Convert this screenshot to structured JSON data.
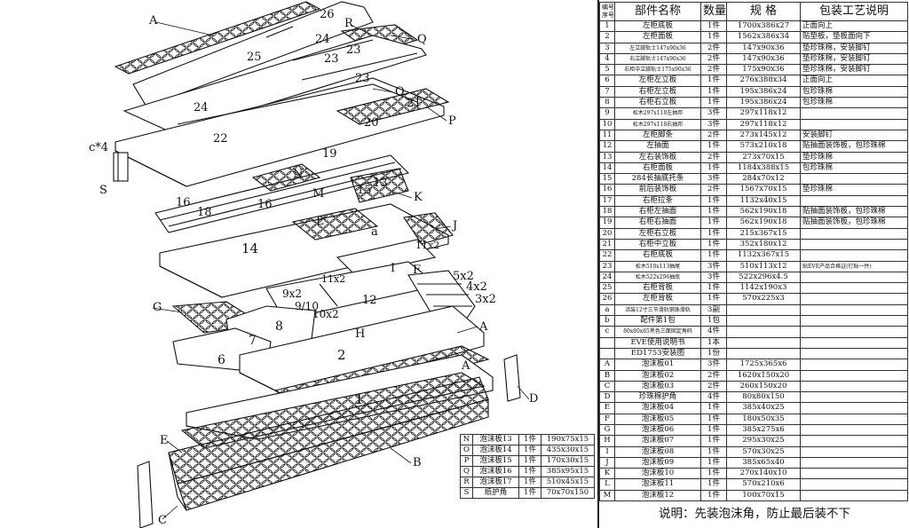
{
  "header": {
    "seq_label": "编号\n序号",
    "name_label": "部件名称",
    "qty_label": "数量",
    "spec_label": "规  格",
    "process_label": "包装工艺说明"
  },
  "rows": [
    {
      "no": "1",
      "name": "左柜底板",
      "qty": "1件",
      "spec": "1700x386x27",
      "note": "正面向上"
    },
    {
      "no": "2",
      "name": "左柜面板",
      "qty": "1件",
      "spec": "1562x386x34",
      "note": "贴垫板，垫板面向下"
    },
    {
      "no": "3",
      "name": "左立脚轨士147x90x36",
      "qty": "2件",
      "spec": "147x90x36",
      "note": "垫珍珠棉，安装脚钉"
    },
    {
      "no": "4",
      "name": "右立脚轨士147x90x36",
      "qty": "2件",
      "spec": "147x90x36",
      "note": "垫珍珠棉，安装脚钉"
    },
    {
      "no": "5",
      "name": "右柜中立脚轨士175x90x36",
      "qty": "2件",
      "spec": "175x90x36",
      "note": "垫珍珠棉，安装脚钉"
    },
    {
      "no": "6",
      "name": "左柜左立板",
      "qty": "1件",
      "spec": "276x388x34",
      "note": "正面向上"
    },
    {
      "no": "7",
      "name": "右柜左立板",
      "qty": "1件",
      "spec": "195x386x24",
      "note": "包珍珠棉"
    },
    {
      "no": "8",
      "name": "右柜右立板",
      "qty": "1件",
      "spec": "195x386x24",
      "note": "包珍珠棉"
    },
    {
      "no": "9",
      "name": "松木297x118左抽邦",
      "qty": "3件",
      "spec": "297x118x12",
      "note": ""
    },
    {
      "no": "10",
      "name": "松木297x118右抽邦",
      "qty": "3件",
      "spec": "297x118x12",
      "note": ""
    },
    {
      "no": "11",
      "name": "左柜脚条",
      "qty": "2件",
      "spec": "273x145x12",
      "note": "安装脚钉"
    },
    {
      "no": "12",
      "name": "左抽面",
      "qty": "1件",
      "spec": "573x210x18",
      "note": "贴抽面装饰板，包珍珠棉"
    },
    {
      "no": "13",
      "name": "左右装饰板",
      "qty": "2件",
      "spec": "273x70x15",
      "note": "垫珍珠棉"
    },
    {
      "no": "14",
      "name": "右柜面板",
      "qty": "1件",
      "spec": "1184x388x15",
      "note": "包珍珠棉"
    },
    {
      "no": "15",
      "name": "284长抽底托条",
      "qty": "3件",
      "spec": "284x70x12",
      "note": ""
    },
    {
      "no": "16",
      "name": "前后装饰板",
      "qty": "2件",
      "spec": "1567x70x15",
      "note": "垫珍珠棉"
    },
    {
      "no": "17",
      "name": "右柜拉条",
      "qty": "1件",
      "spec": "1132x40x15",
      "note": ""
    },
    {
      "no": "18",
      "name": "右柜左抽面",
      "qty": "1件",
      "spec": "562x190x18",
      "note": "贴抽面装饰板，包珍珠棉"
    },
    {
      "no": "19",
      "name": "右柜右抽面",
      "qty": "1件",
      "spec": "562x190x18",
      "note": "贴抽面装饰板，包珍珠棉"
    },
    {
      "no": "20",
      "name": "左柜右立板",
      "qty": "1件",
      "spec": "215x367x15",
      "note": ""
    },
    {
      "no": "21",
      "name": "右柜中立板",
      "qty": "1件",
      "spec": "352x180x12",
      "note": ""
    },
    {
      "no": "22",
      "name": "右柜底板",
      "qty": "1件",
      "spec": "1132x367x15",
      "note": ""
    },
    {
      "no": "23",
      "name": "松木510x113抽尾",
      "qty": "3件",
      "spec": "510x113x12",
      "note": "贴EVE产品合格证(钉贴一件)"
    },
    {
      "no": "24",
      "name": "松木522x296抽底",
      "qty": "3件",
      "spec": "522x296x4.5",
      "note": ""
    },
    {
      "no": "25",
      "name": "右柜背板",
      "qty": "1件",
      "spec": "1142x190x3",
      "note": ""
    },
    {
      "no": "26",
      "name": "左柜背板",
      "qty": "1件",
      "spec": "570x225x3",
      "note": ""
    },
    {
      "no": "a",
      "name": "活装12寸三节滑轨钢珠滑轨",
      "qty": "3副",
      "spec": "",
      "note": ""
    },
    {
      "no": "b",
      "name": "配件第1包",
      "qty": "1包",
      "spec": "",
      "note": ""
    },
    {
      "no": "c",
      "name": "80x80x65黑色三面固定角码",
      "qty": "4件",
      "spec": "",
      "note": ""
    },
    {
      "no": "",
      "name": "EVE使用说明书",
      "qty": "1本",
      "spec": "",
      "note": ""
    },
    {
      "no": "",
      "name": "ED1753安装图",
      "qty": "1份",
      "spec": "",
      "note": ""
    },
    {
      "no": "A",
      "name": "泡沫板01",
      "qty": "3件",
      "spec": "1725x365x6",
      "note": ""
    },
    {
      "no": "B",
      "name": "泡沫板02",
      "qty": "2件",
      "spec": "1620x150x20",
      "note": ""
    },
    {
      "no": "C",
      "name": "泡沫板03",
      "qty": "2件",
      "spec": "260x150x20",
      "note": ""
    },
    {
      "no": "D",
      "name": "珍珠棉护角",
      "qty": "4件",
      "spec": "80x80x150",
      "note": ""
    },
    {
      "no": "E",
      "name": "泡沫板04",
      "qty": "1件",
      "spec": "385x40x25",
      "note": ""
    },
    {
      "no": "F",
      "name": "泡沫板05",
      "qty": "1件",
      "spec": "180x50x35",
      "note": ""
    },
    {
      "no": "G",
      "name": "泡沫板06",
      "qty": "1件",
      "spec": "385x275x6",
      "note": ""
    },
    {
      "no": "H",
      "name": "泡沫板07",
      "qty": "1件",
      "spec": "295x30x25",
      "note": ""
    },
    {
      "no": "I",
      "name": "泡沫板08",
      "qty": "1件",
      "spec": "570x30x25",
      "note": ""
    },
    {
      "no": "J",
      "name": "泡沫板09",
      "qty": "1件",
      "spec": "385x65x40",
      "note": ""
    },
    {
      "no": "K",
      "name": "泡沫板10",
      "qty": "1件",
      "spec": "270x140x10",
      "note": ""
    },
    {
      "no": "L",
      "name": "泡沫板11",
      "qty": "1件",
      "spec": "570x210x6",
      "note": ""
    },
    {
      "no": "M",
      "name": "泡沫板12",
      "qty": "1件",
      "spec": "100x70x15",
      "note": ""
    }
  ],
  "small_rows": [
    {
      "no": "N",
      "name": "泡沫板13",
      "qty": "1件",
      "spec": "190x75x15"
    },
    {
      "no": "O",
      "name": "泡沫板14",
      "qty": "1件",
      "spec": "435x30x15"
    },
    {
      "no": "P",
      "name": "泡沫板15",
      "qty": "1件",
      "spec": "170x30x15"
    },
    {
      "no": "Q",
      "name": "泡沫板16",
      "qty": "1件",
      "spec": "385x95x15"
    },
    {
      "no": "R",
      "name": "泡沫板17",
      "qty": "1件",
      "spec": "510x45x15"
    },
    {
      "no": "S",
      "name": "纸护角",
      "qty": "1件",
      "spec": "70x70x150"
    }
  ],
  "note": "说明：先装泡沫角，防止最后装不下",
  "drawing": {
    "labels": {
      "A_top": "A",
      "n26": "26",
      "R": "R",
      "n24a": "24",
      "n25": "25",
      "n23a": "23",
      "n23b": "23",
      "Q": "Q",
      "n24b": "24",
      "n23c": "23",
      "O": "O",
      "n21": "21",
      "n20": "20",
      "P": "P",
      "c4": "c*4",
      "S": "S",
      "n22": "22",
      "n19": "19",
      "N": "N",
      "n16a": "16",
      "n18": "18",
      "n16b": "16",
      "M": "M",
      "n15": "15",
      "n13": "13",
      "K": "K",
      "L": "L",
      "a": "a",
      "J": "J",
      "n14": "14",
      "n11": "11x2",
      "n11b": "11x2",
      "F": "F",
      "I": "I",
      "n5": "5x2",
      "n4": "4x2",
      "n3": "3x2",
      "n9": "9x2",
      "n910": "9/10",
      "n10": "10x2",
      "n12": "12",
      "G": "G",
      "n7": "7",
      "n8": "8",
      "H": "H",
      "n6": "6",
      "n2": "2",
      "A_mid": "A",
      "A_low": "A",
      "D": "D",
      "n1": "1",
      "E": "E",
      "B": "B",
      "C": "C"
    }
  }
}
